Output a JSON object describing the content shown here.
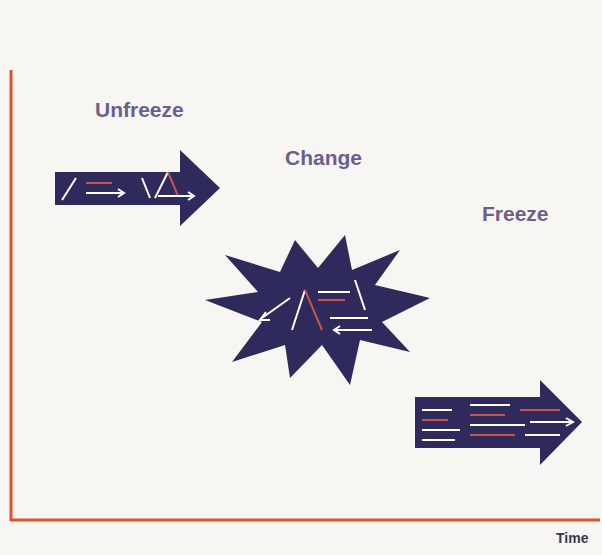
{
  "diagram": {
    "labels": [
      "Unfreeze",
      "Change",
      "Freeze",
      "Time"
    ]
  }
}
